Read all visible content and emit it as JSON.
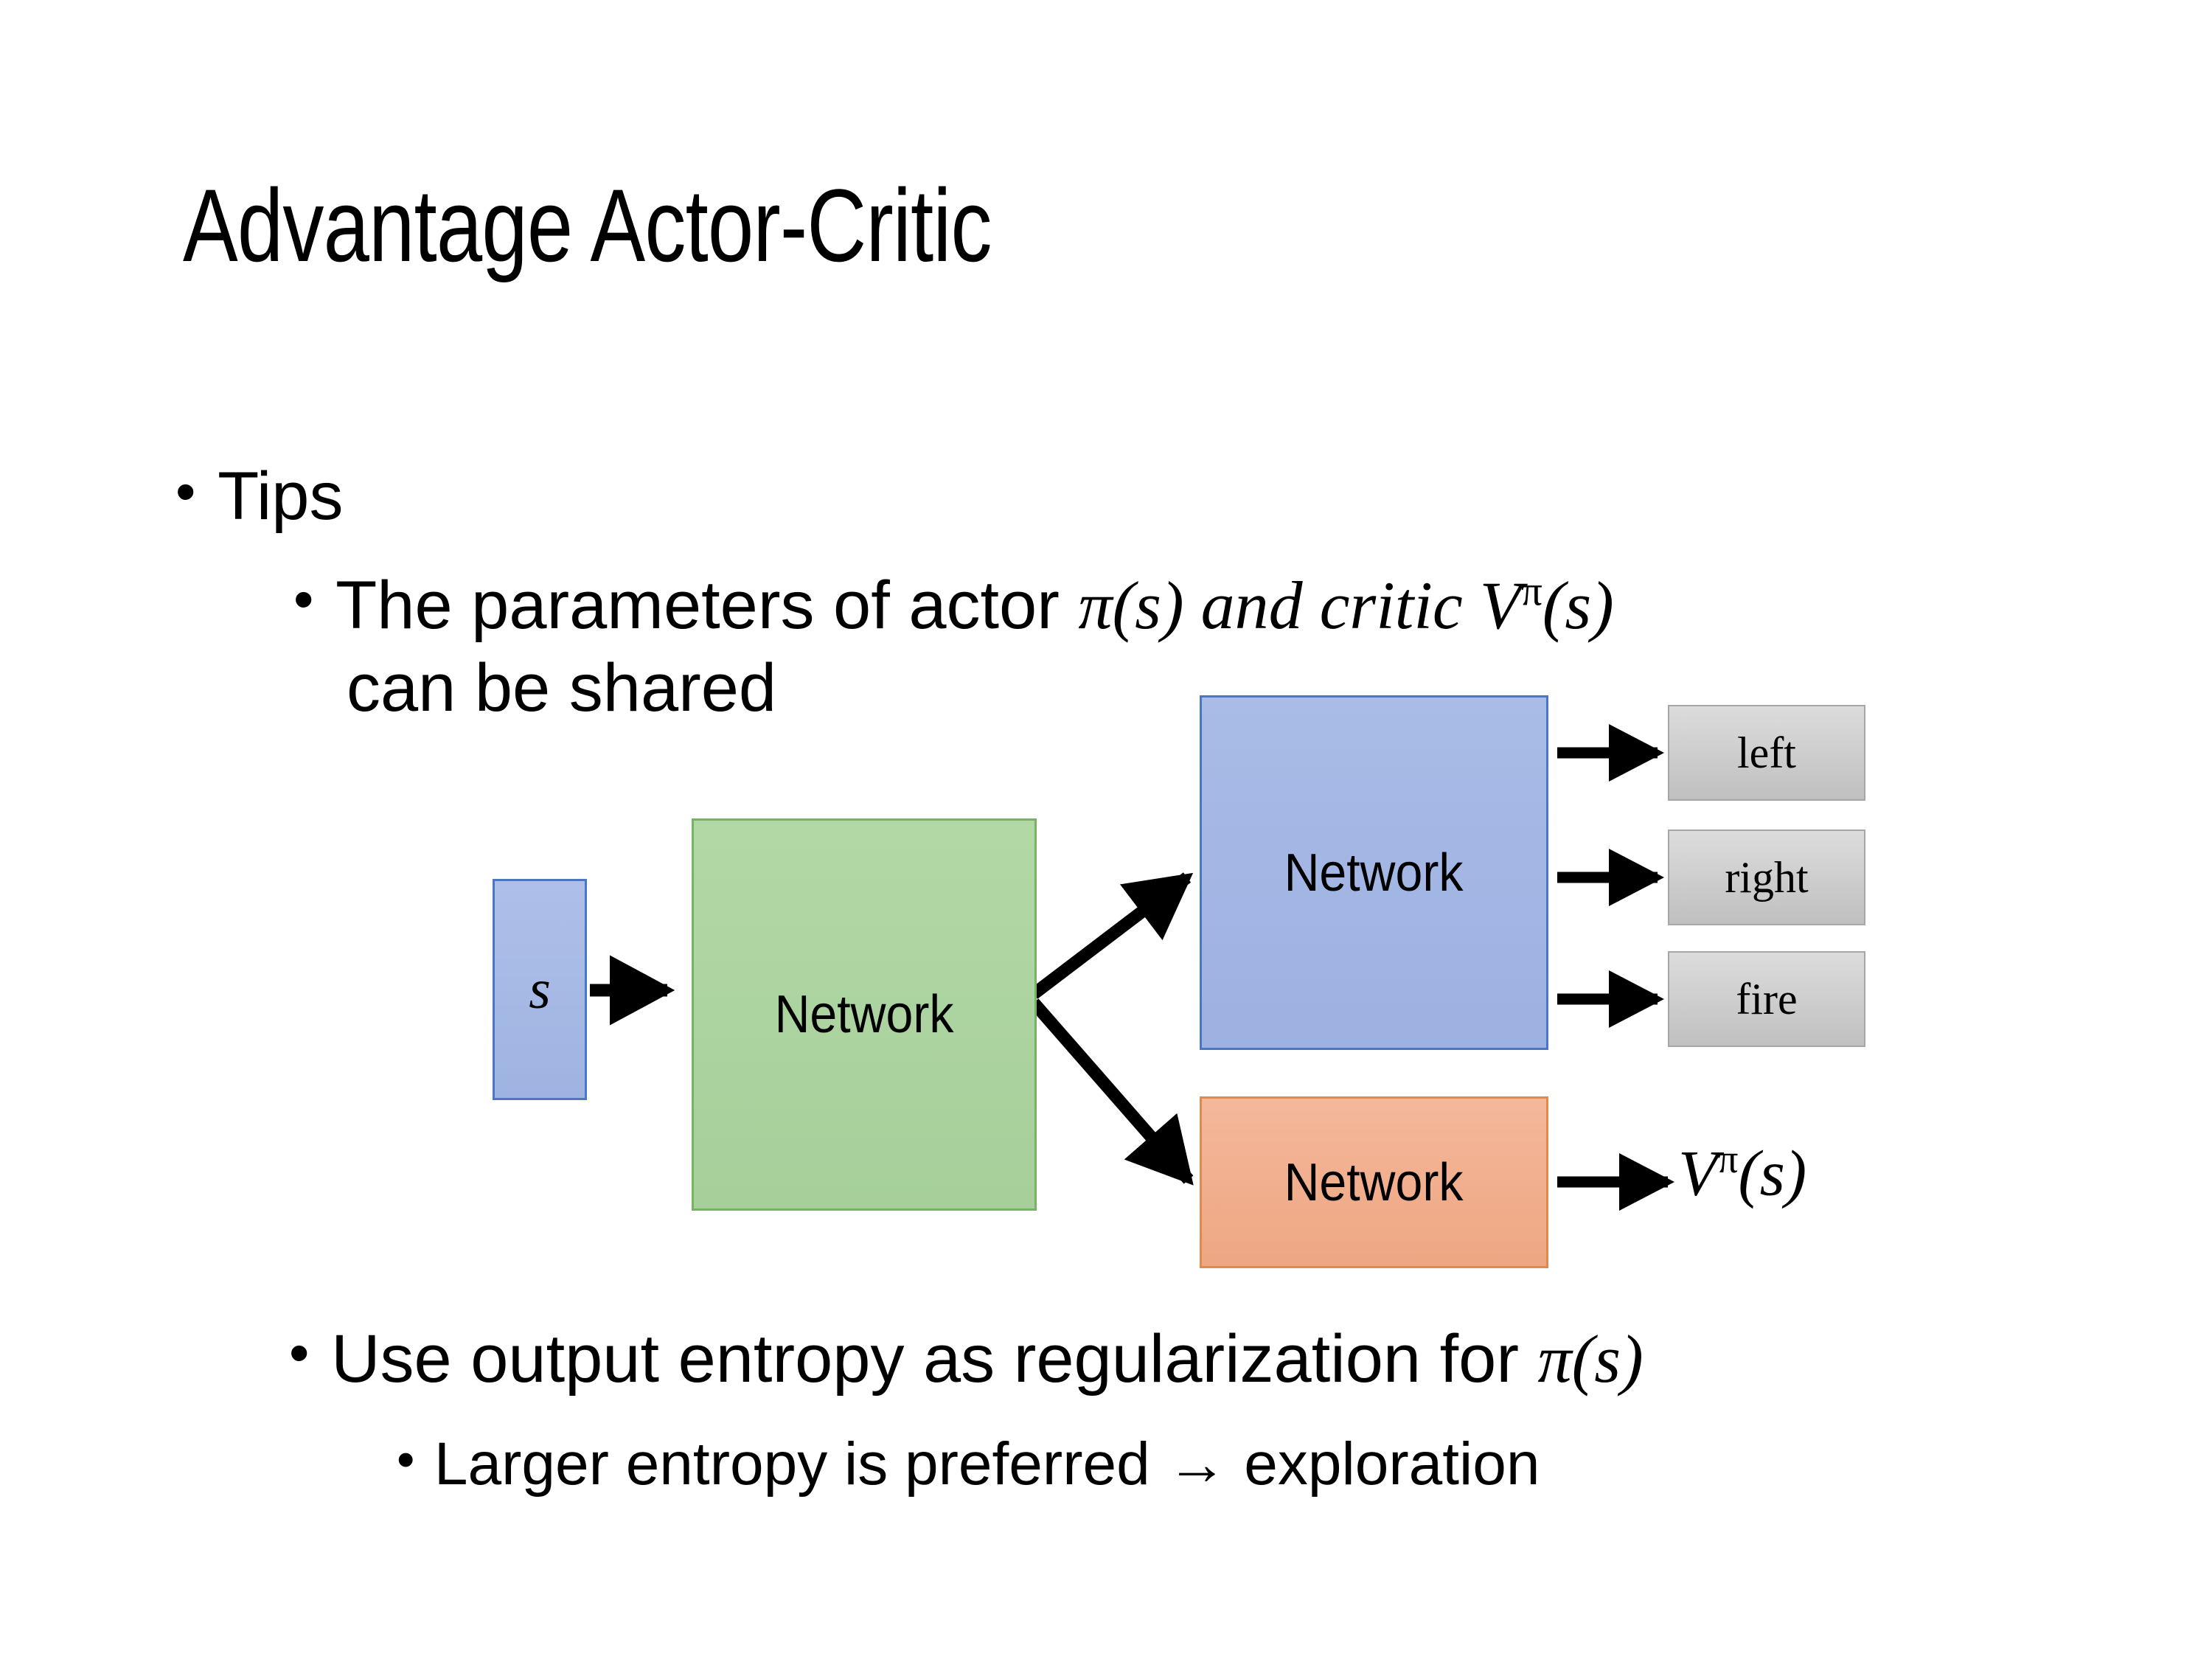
{
  "slide": {
    "title": "Advantage Actor-Critic",
    "background_color": "#ffffff"
  },
  "bullets": {
    "tips": {
      "marker": "•",
      "text": "Tips"
    },
    "params_line1_pre": "The parameters of actor ",
    "params_line1_pi": "π",
    "params_line1_mid": "(s)  and critic ",
    "params_line1_V": "V",
    "params_line1_sup": "π",
    "params_line1_post": "(s)",
    "params_line2": "can be shared",
    "entropy_pre": "Use output entropy as regularization for ",
    "entropy_pi": "π",
    "entropy_post": "(s)",
    "larger": "Larger entropy is preferred → exploration",
    "marker_l1": "•",
    "marker_l2": "•",
    "marker_l3": "•"
  },
  "diagram": {
    "input_box": {
      "label": "s",
      "fill": "#a5b8e4",
      "border": "#4a76c4"
    },
    "shared_network": {
      "label": "Network",
      "fill": "#aad3a0",
      "border": "#78b268"
    },
    "actor_network": {
      "label": "Network",
      "fill": "#a3b4e0",
      "border": "#4a76c4"
    },
    "critic_network": {
      "label": "Network",
      "fill": "#f0ac8b",
      "border": "#e08a50"
    },
    "actions": [
      {
        "label": "left",
        "fill": "#cccccc",
        "border": "#a6a6a6"
      },
      {
        "label": "right",
        "fill": "#cccccc",
        "border": "#a6a6a6"
      },
      {
        "label": "fire",
        "fill": "#cccccc",
        "border": "#a6a6a6"
      }
    ],
    "value_output": {
      "V": "V",
      "sup": "π",
      "arg": "(s)"
    },
    "arrow_color": "#000000"
  }
}
